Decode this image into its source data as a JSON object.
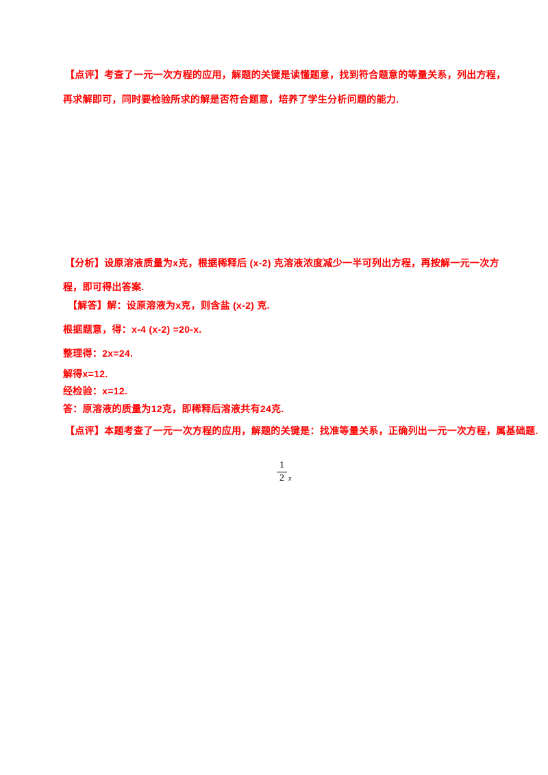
{
  "page": {
    "background": "#ffffff",
    "accent_text_color": "#fe0000",
    "formula_color": "#000000"
  },
  "lines": [
    {
      "text": "【点评】考查了一元一次方程的应用，解题的关键是读懂题意，找到符合题意的等量关系，列出方程，"
    },
    {
      "text": "再求解即可，同时要检验所求的解是否符合题意，培养了学生分析问题的能力."
    },
    {
      "text": "【分析】设原溶液质量为x克，根据稀释后 (x-2) 克溶液浓度减少一半可列出方程，再按解一元一次方"
    },
    {
      "text": "程，即可得出答案."
    },
    {
      "text": "【解答】解：设原溶液为x克，则含盐 (x-2) 克."
    },
    {
      "text": "根据题意，得：x-4 (x-2) =20-x."
    },
    {
      "text": "整理得：2x=24."
    },
    {
      "text": "解得x=12."
    },
    {
      "text": "经检验：x=12."
    },
    {
      "text": "答：原溶液的质量为12克，即稀释后溶液共有24克."
    },
    {
      "text": "【点评】本题考查了一元一次方程的应用，解题的关键是：找准等量关系，正确列出一元一次方程，属基础题."
    }
  ],
  "formula": {
    "numerator": "1",
    "denominator": "2",
    "suffix": "x"
  }
}
